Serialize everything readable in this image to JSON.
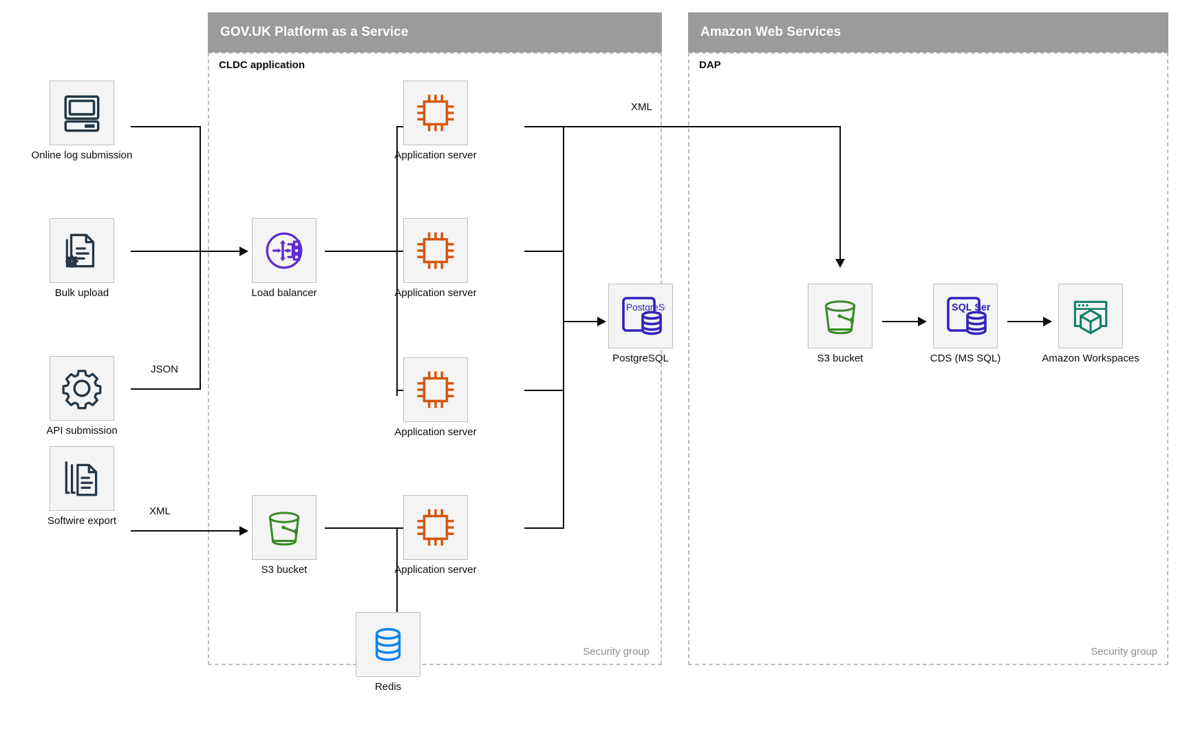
{
  "zones": [
    {
      "id": "paas",
      "title": "GOV.UK Platform as a Service",
      "group_title": "CLDC application",
      "security_label": "Security group"
    },
    {
      "id": "aws",
      "title": "Amazon Web Services",
      "group_title": "DAP",
      "security_label": "Security group"
    }
  ],
  "nodes": {
    "online_log": {
      "label": "Online log submission",
      "icon": "desktop-computer-icon"
    },
    "bulk_upload": {
      "label": "Bulk upload",
      "icon": "document-gear-icon"
    },
    "api": {
      "label": "API submission",
      "icon": "gear-icon"
    },
    "softwire": {
      "label": "Softwire export",
      "icon": "documents-stack-icon"
    },
    "lb": {
      "label": "Load balancer",
      "icon": "load-balancer-icon"
    },
    "s3_paas": {
      "label": "S3 bucket",
      "icon": "s3-bucket-icon"
    },
    "app1": {
      "label": "Application server",
      "icon": "cpu-chip-icon"
    },
    "app2": {
      "label": "Application server",
      "icon": "cpu-chip-icon"
    },
    "app3": {
      "label": "Application server",
      "icon": "cpu-chip-icon"
    },
    "app4": {
      "label": "Application server",
      "icon": "cpu-chip-icon"
    },
    "redis": {
      "label": "Redis",
      "icon": "database-cylinder-icon"
    },
    "postgres": {
      "label": "PostgreSQL",
      "icon": "postgresql-icon",
      "icon_text": "PostgreSQL"
    },
    "s3_aws": {
      "label": "S3 bucket",
      "icon": "s3-bucket-icon"
    },
    "cds": {
      "label": "CDS (MS SQL)",
      "icon": "sql-server-icon",
      "icon_text": "SQL Server"
    },
    "workspaces": {
      "label": "Amazon Workspaces",
      "icon": "amazon-workspaces-icon"
    }
  },
  "edge_labels": {
    "api_json": "JSON",
    "softwire_xml": "XML",
    "app_to_s3_xml": "XML"
  },
  "colors": {
    "zone_header_bg": "#9b9b9b",
    "tile_bg": "#f4f4f4",
    "tile_border": "#bdbdbd",
    "dashed_border": "#bdbdbd",
    "line": "#0b0c0c",
    "cpu_orange": "#d2570f",
    "load_balancer_purple": "#5c2ecc",
    "postgres_blue": "#3322bb",
    "redis_blue": "#0b84f3",
    "s3_green": "#3a8a28",
    "workspaces_teal": "#12806a",
    "dark_navy": "#253746",
    "security_label": "#8e8e8e"
  }
}
